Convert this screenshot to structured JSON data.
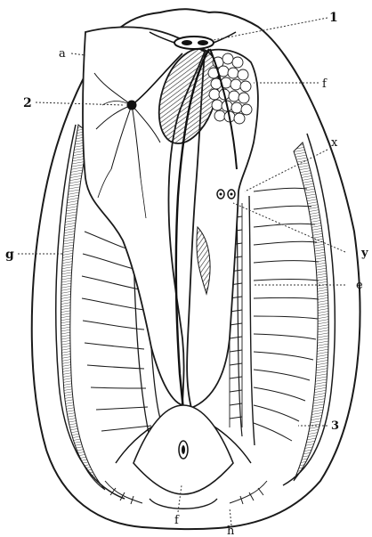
{
  "labels": {
    "l1": "1",
    "l2": "2",
    "l3": "3",
    "a": "a",
    "f_right": "f",
    "x": "x",
    "y": "y",
    "g": "g",
    "e": "e",
    "f_bottom": "f",
    "h": "h"
  },
  "colors": {
    "ink": "#1a1a1a",
    "paper": "#ffffff"
  }
}
